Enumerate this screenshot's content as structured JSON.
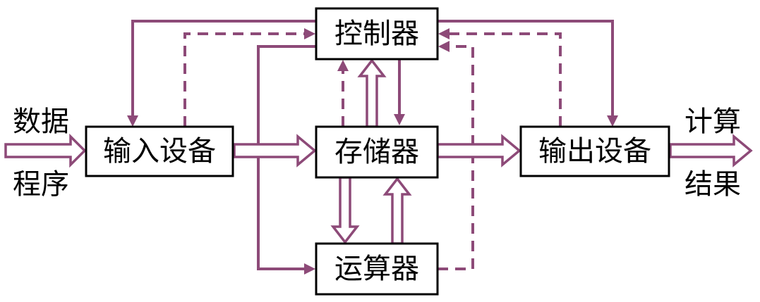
{
  "colors": {
    "flow": "#8d4a78",
    "box_border": "#000000",
    "text": "#000000",
    "background": "#ffffff"
  },
  "nodes": {
    "controller": "控制器",
    "memory": "存储器",
    "input_device": "输入设备",
    "output_device": "输出设备",
    "alu": "运算器"
  },
  "side_labels": {
    "data": "数据",
    "program": "程序",
    "compute": "计算",
    "result": "结果"
  }
}
